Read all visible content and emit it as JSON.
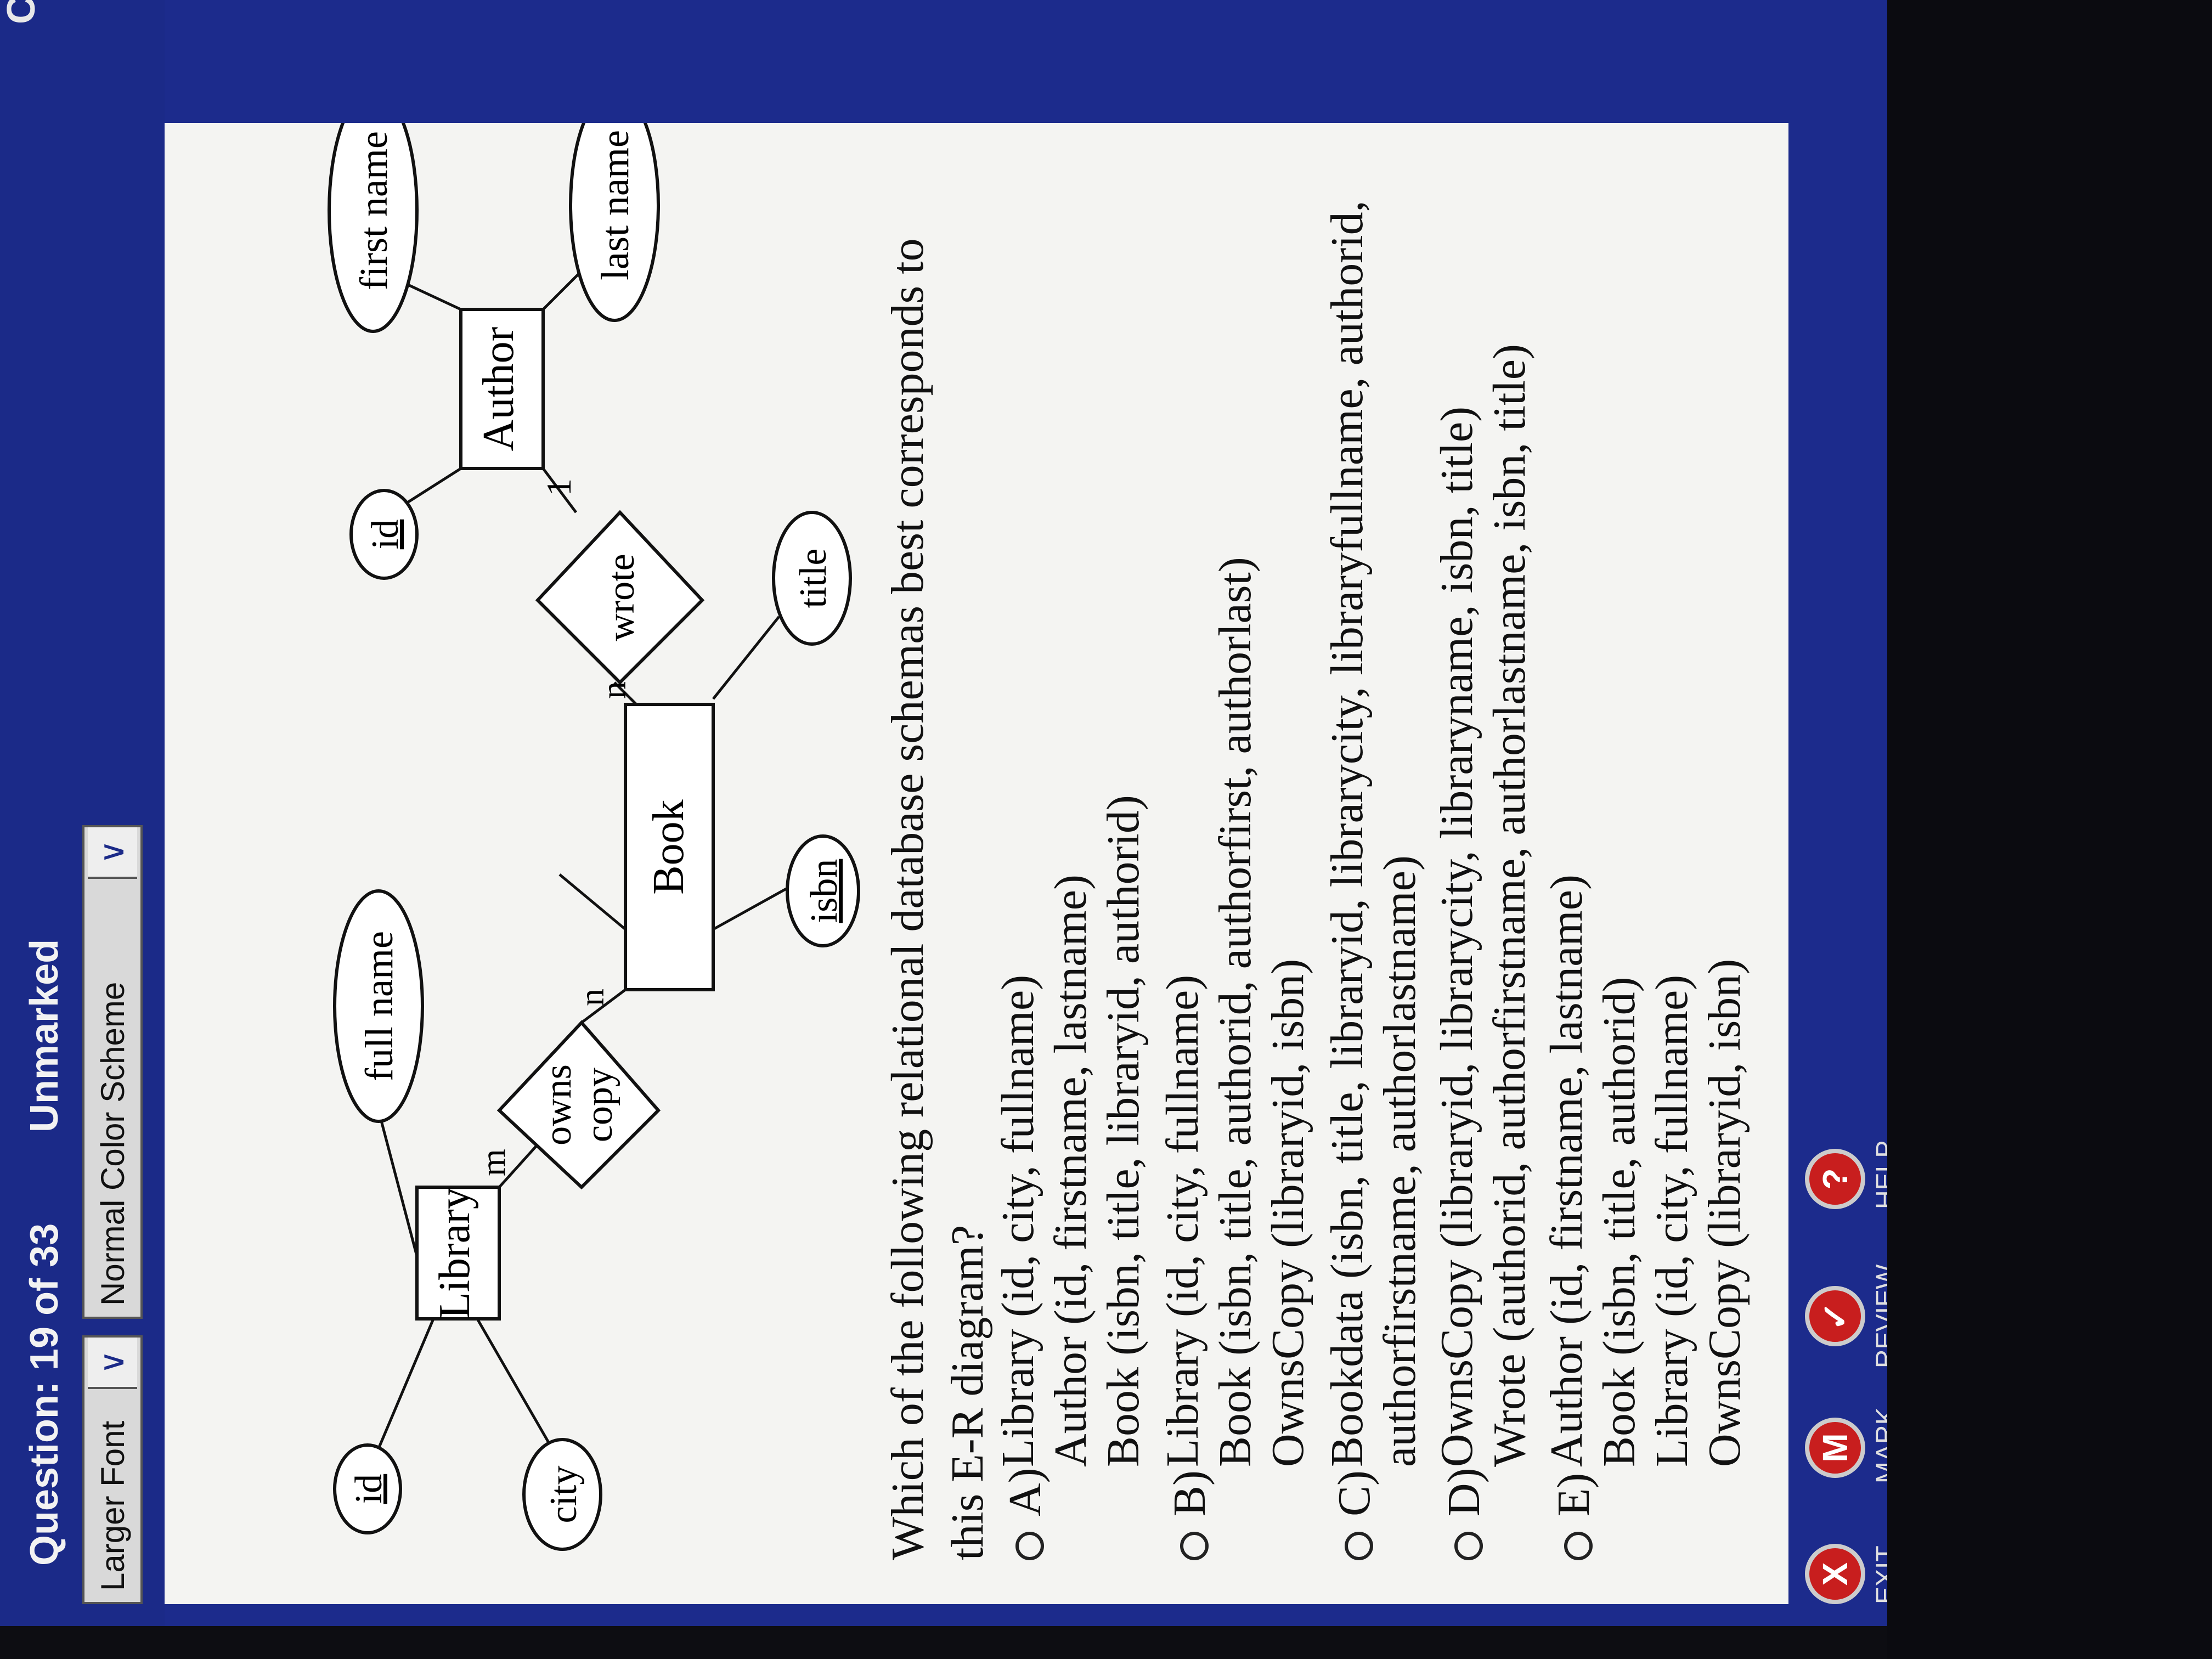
{
  "header": {
    "question_counter": "Question: 19 of 33",
    "mark_status": "Unmarked",
    "corner_text": "Comp",
    "font_dropdown": "Larger Font",
    "color_dropdown": "Normal Color Scheme"
  },
  "diagram": {
    "entities": [
      "Library",
      "Book",
      "Author"
    ],
    "relationships": [
      "owns\ncopy",
      "wrote"
    ],
    "attributes": {
      "library_id": "id",
      "library_city": "city",
      "library_fullname": "full name",
      "book_isbn": "isbn",
      "book_title": "title",
      "author_id": "id",
      "author_first": "first name",
      "author_last": "last name"
    },
    "cardinalities": {
      "owns_library": "m",
      "owns_book": "n",
      "wrote_book": "n",
      "wrote_author": "1"
    }
  },
  "question": "Which of the following relational database schemas best corresponds to this E-R diagram?",
  "options": [
    {
      "label": "A)",
      "lines": [
        "Library (id, city, fullname)",
        "Author (id, firstname, lastname)",
        "Book (isbn, title, libraryid, authorid)"
      ]
    },
    {
      "label": "B)",
      "lines": [
        "Library (id, city, fullname)",
        "Book (isbn, title, authorid, authorfirst, authorlast)",
        "OwnsCopy (libraryid, isbn)"
      ]
    },
    {
      "label": "C)",
      "lines": [
        "Bookdata (isbn, title, libraryid, librarycity, libraryfullname, authorid,",
        "authorfirstname, authorlastname)"
      ]
    },
    {
      "label": "D)",
      "lines": [
        "OwnsCopy (libraryid, librarycity, libraryname, isbn, title)",
        "Wrote (authorid, authorfirstname, authorlastname, isbn, title)"
      ]
    },
    {
      "label": "E)",
      "lines": [
        "Author (id, firstname, lastname)",
        "Book (isbn, title, authorid)",
        "Library (id, city, fullname)",
        "OwnsCopy (libraryid, isbn)"
      ]
    }
  ],
  "toolbar": {
    "exit": "EXIT",
    "mark": "MARK",
    "review": "REVIEW",
    "help": "HELP",
    "exit_glyph": "X",
    "mark_glyph": "M",
    "review_glyph": "✓",
    "help_glyph": "?"
  },
  "colors": {
    "exit": "#c81e1e",
    "mark": "#c81e1e",
    "review": "#c81e1e",
    "help": "#c81e1e",
    "toolbar_bg": "#1c2b8c"
  }
}
